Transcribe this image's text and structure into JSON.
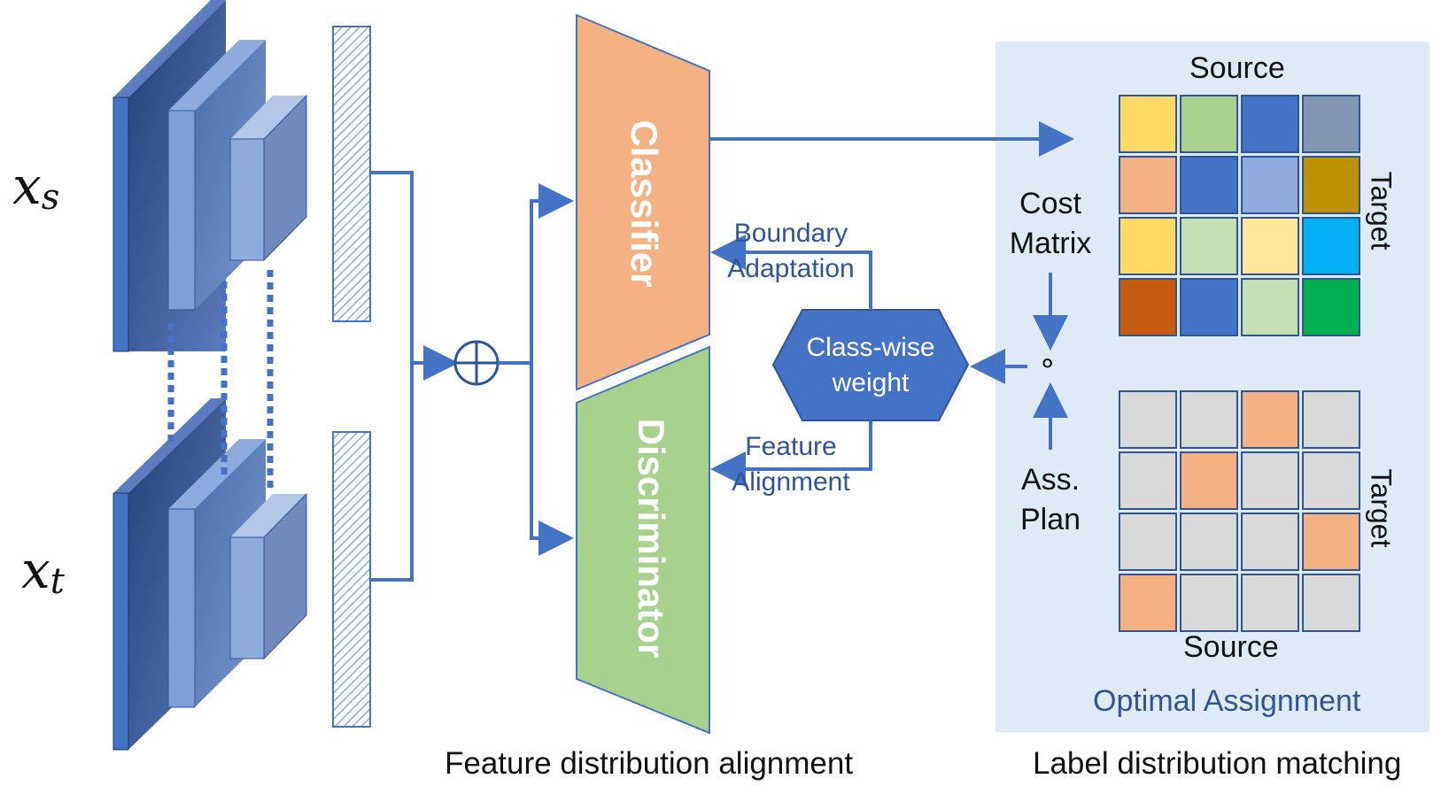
{
  "inputs": {
    "source_symbol": "x",
    "source_subscript": "s",
    "target_symbol": "x",
    "target_subscript": "t"
  },
  "modules": {
    "classifier": "Classifier",
    "discriminator": "Discriminator",
    "class_wise_weight_line1": "Class-wise",
    "class_wise_weight_line2": "weight",
    "fusion_symbol": "⊕"
  },
  "arrows": {
    "boundary_line1": "Boundary",
    "boundary_line2": "Adaptation",
    "feature_line1": "Feature",
    "feature_line2": "Alignment"
  },
  "optimal_assignment": {
    "title": "Optimal Assignment",
    "cost_line1": "Cost",
    "cost_line2": "Matrix",
    "plan_line1": "Ass.",
    "plan_line2": "Plan",
    "operator": "∘",
    "cost_matrix_source_label": "Source",
    "cost_matrix_target_label": "Target",
    "plan_source_label": "Source",
    "plan_target_label": "Target",
    "cost_matrix_colors": [
      [
        "#FFD966",
        "#A9D18E",
        "#4472C4",
        "#8497B0"
      ],
      [
        "#F4B183",
        "#4472C4",
        "#8FAADC",
        "#BF9000"
      ],
      [
        "#FFD966",
        "#C5E0B4",
        "#FFE699",
        "#00B0F0"
      ],
      [
        "#C55A11",
        "#4472C4",
        "#C5E0B4",
        "#00B050"
      ]
    ],
    "plan_colors": [
      [
        "#D9D9D9",
        "#D9D9D9",
        "#F4B183",
        "#D9D9D9"
      ],
      [
        "#D9D9D9",
        "#F4B183",
        "#D9D9D9",
        "#D9D9D9"
      ],
      [
        "#D9D9D9",
        "#D9D9D9",
        "#D9D9D9",
        "#F4B183"
      ],
      [
        "#F4B183",
        "#D9D9D9",
        "#D9D9D9",
        "#D9D9D9"
      ]
    ]
  },
  "captions": {
    "feature": "Feature distribution alignment",
    "label": "Label distribution matching"
  },
  "colors": {
    "arrow": "#4472C4",
    "classifier": "#F4B183",
    "discriminator": "#A9D18E",
    "hexagon": "#4472C4",
    "panel": "#DEEBF7"
  }
}
